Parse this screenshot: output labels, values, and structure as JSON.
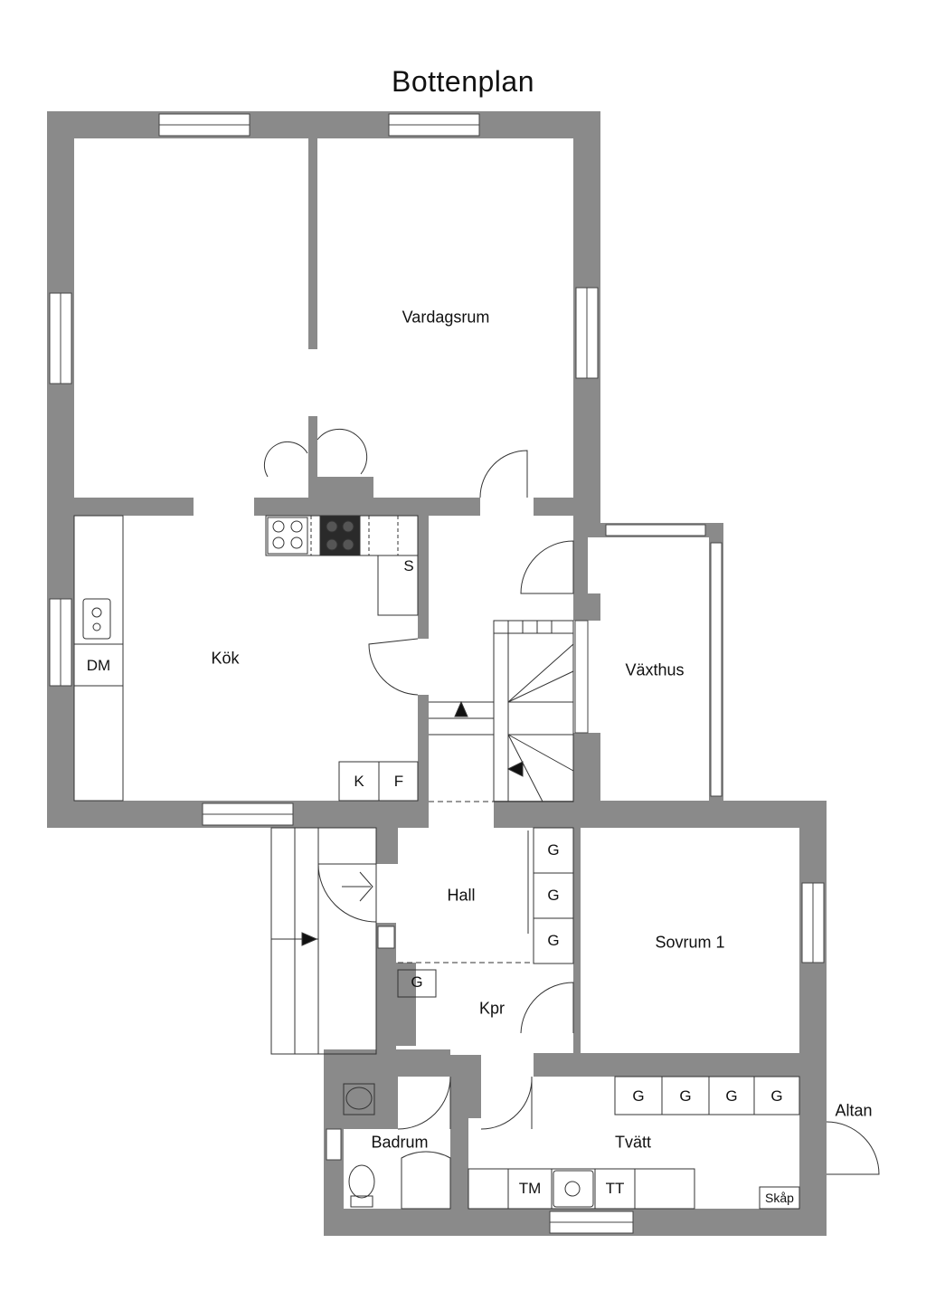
{
  "title": "Bottenplan",
  "rooms": {
    "vardagsrum": "Vardagsrum",
    "kok": "Kök",
    "vaxthus": "Växthus",
    "hall": "Hall",
    "sovrum1": "Sovrum 1",
    "kpr": "Kpr",
    "badrum": "Badrum",
    "tvatt": "Tvätt",
    "altan": "Altan"
  },
  "fixtures": {
    "dm": "DM",
    "s": "S",
    "k": "K",
    "f": "F",
    "g": "G",
    "tm": "TM",
    "tt": "TT",
    "skap": "Skåp"
  },
  "colors": {
    "wall": "#8a8a8a",
    "line": "#222222",
    "background": "#ffffff"
  }
}
